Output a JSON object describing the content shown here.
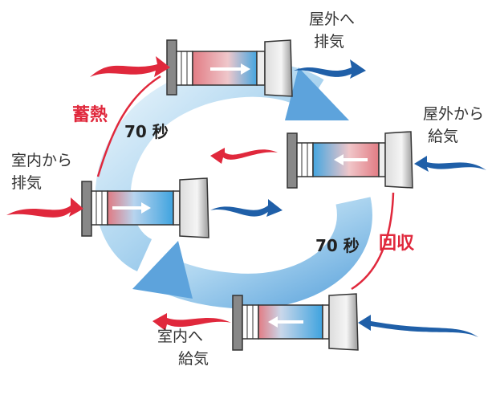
{
  "labels": {
    "exhaust_outdoor": [
      "屋外へ",
      "排気"
    ],
    "supply_outdoor": [
      "屋外から",
      "給気"
    ],
    "exhaust_indoor": [
      "室内から",
      "排気"
    ],
    "supply_indoor": [
      "室内へ",
      "給気"
    ],
    "storage": "蓄熱",
    "recovery": "回収",
    "time_top": "70 秒",
    "time_bottom": "70 秒"
  },
  "colors": {
    "warm_air": "#e0283c",
    "cold_air": "#1f5fa8",
    "cycle_ring": "#7cb8e6",
    "core_warm": "#e88a8f",
    "core_cool": "#4aa8e0"
  },
  "icons": {
    "cycle": "circular-arrow-icon",
    "flow_warm": "red-swoosh-arrow-icon",
    "flow_cold": "blue-swoosh-arrow-icon",
    "core_direction": "white-arrow-icon"
  }
}
